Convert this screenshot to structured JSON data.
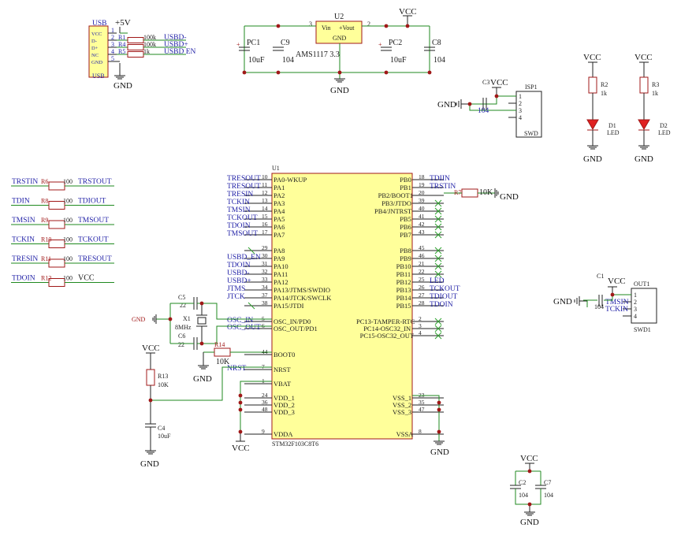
{
  "power": {
    "vcc": "VCC",
    "gnd": "GND",
    "v5": "+5V"
  },
  "usb": {
    "ref": "USB",
    "name": "USB",
    "pins": [
      {
        "n": "1",
        "label": "VCC"
      },
      {
        "n": "2",
        "label": "D-"
      },
      {
        "n": "3",
        "label": "D+"
      },
      {
        "n": "4",
        "label": "NC"
      },
      {
        "n": "5",
        "label": "GND"
      }
    ],
    "resistors": [
      {
        "ref": "R1",
        "val": "100k",
        "net": "USBD-"
      },
      {
        "ref": "R4",
        "val": "100k",
        "net": "USBD+"
      },
      {
        "ref": "R5",
        "val": "1k",
        "net": "USBD EN"
      }
    ]
  },
  "regulator": {
    "ref": "U2",
    "part": "AMS1117 3.3",
    "vin": "Vin",
    "vout": "+Vout",
    "gnd": "GND",
    "pin_in": "3",
    "pin_out": "2",
    "caps": [
      {
        "ref": "PC1",
        "val": "10uF"
      },
      {
        "ref": "C9",
        "val": "104"
      },
      {
        "ref": "PC2",
        "val": "10uF"
      },
      {
        "ref": "C8",
        "val": "104"
      }
    ]
  },
  "isp": {
    "ref": "ISP1",
    "name": "SWD",
    "cap_ref": "C3",
    "cap_val": "104",
    "pins": [
      "1",
      "2",
      "3",
      "4"
    ]
  },
  "leds": [
    {
      "res_ref": "R2",
      "res_val": "1k",
      "led_ref": "D1",
      "led_val": "LED"
    },
    {
      "res_ref": "R3",
      "res_val": "1k",
      "led_ref": "D2",
      "led_val": "LED"
    }
  ],
  "jtag_res": [
    {
      "ref": "R6",
      "val": "100",
      "in": "TRSTIN",
      "out": "TRSTOUT"
    },
    {
      "ref": "R8",
      "val": "100",
      "in": "TDIN",
      "out": "TDIOUT"
    },
    {
      "ref": "R9",
      "val": "100",
      "in": "TMSIN",
      "out": "TMSOUT"
    },
    {
      "ref": "R10",
      "val": "100",
      "in": "TCKIN",
      "out": "TCKOUT"
    },
    {
      "ref": "R11",
      "val": "100",
      "in": "TRESIN",
      "out": "TRESOUT"
    },
    {
      "ref": "R12",
      "val": "100",
      "in": "TDOIN",
      "out": "VCC"
    }
  ],
  "mcu": {
    "ref": "U1",
    "part": "STM32F103C8T6",
    "left": [
      {
        "pin": "10",
        "name": "PA0-WKUP",
        "net": "TRESOUT"
      },
      {
        "pin": "11",
        "name": "PA1",
        "net": "TRESOUT"
      },
      {
        "pin": "12",
        "name": "PA2",
        "net": "TRESIN"
      },
      {
        "pin": "13",
        "name": "PA3",
        "net": "TCKIN"
      },
      {
        "pin": "14",
        "name": "PA4",
        "net": "TMSIN"
      },
      {
        "pin": "15",
        "name": "PA5",
        "net": "TCKOUT"
      },
      {
        "pin": "16",
        "name": "PA6",
        "net": "TDOIN"
      },
      {
        "pin": "17",
        "name": "PA7",
        "net": "TMSOUT"
      },
      {
        "pin": "29",
        "name": "PA8",
        "net": ""
      },
      {
        "pin": "30",
        "name": "PA9",
        "net": "USBD_EN"
      },
      {
        "pin": "31",
        "name": "PA10",
        "net": "TDOIN"
      },
      {
        "pin": "32",
        "name": "PA11",
        "net": "USBD-"
      },
      {
        "pin": "33",
        "name": "PA12",
        "net": "USBD+"
      },
      {
        "pin": "34",
        "name": "PA13/JTMS/SWDIO",
        "net": "JTMS"
      },
      {
        "pin": "37",
        "name": "PA14/JTCK/SWCLK",
        "net": "JTCK"
      },
      {
        "pin": "38",
        "name": "PA15/JTDI",
        "net": ""
      },
      {
        "pin": "5",
        "name": "OSC_IN/PD0",
        "net": "OSC_IN"
      },
      {
        "pin": "6",
        "name": "OSC_OUT/PD1",
        "net": "OSC_OUT"
      },
      {
        "pin": "44",
        "name": "BOOT0",
        "net": ""
      },
      {
        "pin": "7",
        "name": "NRST",
        "net": "NRST"
      },
      {
        "pin": "1",
        "name": "VBAT",
        "net": ""
      },
      {
        "pin": "24",
        "name": "VDD_1",
        "net": ""
      },
      {
        "pin": "36",
        "name": "VDD_2",
        "net": ""
      },
      {
        "pin": "48",
        "name": "VDD_3",
        "net": ""
      },
      {
        "pin": "9",
        "name": "VDDA",
        "net": ""
      }
    ],
    "right": [
      {
        "pin": "18",
        "name": "PB0",
        "net": "TDIIN"
      },
      {
        "pin": "19",
        "name": "PB1",
        "net": "TRSTIN"
      },
      {
        "pin": "20",
        "name": "PB2/BOOT1",
        "net": ""
      },
      {
        "pin": "39",
        "name": "PB3/JTDO",
        "net": ""
      },
      {
        "pin": "40",
        "name": "PB4/JNTRST",
        "net": ""
      },
      {
        "pin": "41",
        "name": "PB5",
        "net": ""
      },
      {
        "pin": "42",
        "name": "PB6",
        "net": ""
      },
      {
        "pin": "43",
        "name": "PB7",
        "net": ""
      },
      {
        "pin": "45",
        "name": "PB8",
        "net": ""
      },
      {
        "pin": "46",
        "name": "PB9",
        "net": ""
      },
      {
        "pin": "21",
        "name": "PB10",
        "net": ""
      },
      {
        "pin": "22",
        "name": "PB11",
        "net": ""
      },
      {
        "pin": "25",
        "name": "PB12",
        "net": "LED"
      },
      {
        "pin": "26",
        "name": "PB13",
        "net": "TCKOUT"
      },
      {
        "pin": "27",
        "name": "PB14",
        "net": "TDIOUT"
      },
      {
        "pin": "28",
        "name": "PB15",
        "net": "TDOIN"
      },
      {
        "pin": "2",
        "name": "PC13-TAMPER-RTC",
        "net": ""
      },
      {
        "pin": "3",
        "name": "PC14-OSC32_IN",
        "net": ""
      },
      {
        "pin": "4",
        "name": "PC15-OSC32_OUT",
        "net": ""
      },
      {
        "pin": "23",
        "name": "VSS_1",
        "net": ""
      },
      {
        "pin": "35",
        "name": "VSS_2",
        "net": ""
      },
      {
        "pin": "47",
        "name": "VSS_3",
        "net": ""
      },
      {
        "pin": "8",
        "name": "VSSA",
        "net": ""
      }
    ]
  },
  "r7": {
    "ref": "R7",
    "val": "10K"
  },
  "crystal": {
    "ref": "X1",
    "val": "8MHz",
    "c5_ref": "C5",
    "c5_val": "22",
    "c6_ref": "C6",
    "c6_val": "22"
  },
  "boot": {
    "ref": "R14",
    "val": "10K"
  },
  "reset": {
    "r_ref": "R13",
    "r_val": "10K",
    "c_ref": "C4",
    "c_val": "10uF"
  },
  "out1": {
    "ref": "OUT1",
    "name": "SWD1",
    "cap_ref": "C1",
    "cap_val": "104",
    "pins": [
      "1",
      "2",
      "3",
      "4"
    ],
    "nets": [
      "",
      "TMSIN",
      "TCKIN",
      ""
    ]
  },
  "bypass": [
    {
      "ref": "C2",
      "val": "104"
    },
    {
      "ref": "C7",
      "val": "104"
    }
  ]
}
